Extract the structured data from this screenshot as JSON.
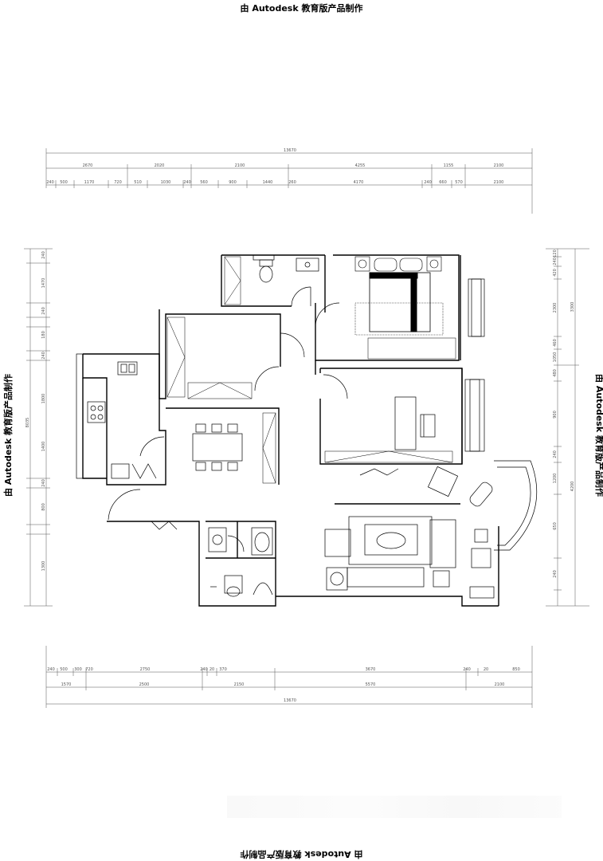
{
  "watermark": {
    "top": "由 Autodesk 教育版产品制作",
    "bottom": "由 Autodesk 教育版产品制作",
    "left": "由 Autodesk 教育版产品制作",
    "right": "由 Autodesk 教育版产品制作"
  },
  "dimensions": {
    "top_total": "13670",
    "top_level1": [
      "2670",
      "2020",
      "2100",
      "4255",
      "1155",
      "2100"
    ],
    "top_level2": [
      "240",
      "500",
      "1170",
      "720",
      "510",
      "1030",
      "240",
      "560",
      "900",
      "1440",
      "260",
      "4170",
      "240",
      "660",
      "570",
      "2100"
    ],
    "bottom_level1": [
      "240",
      "500",
      "300",
      "720",
      "2750",
      "240",
      "20",
      "370",
      "3670",
      "240",
      "20",
      "850"
    ],
    "bottom_level2": [
      "1570",
      "2500",
      "2150",
      "5570",
      "2100"
    ],
    "bottom_total": "13670",
    "right_level1": [
      "120",
      "240",
      "420",
      "2300",
      "460",
      "1050",
      "480",
      "900",
      "240",
      "1200",
      "650",
      "240"
    ],
    "right_level2": [
      "3300",
      "4200"
    ],
    "left_level1": [
      "240",
      "1470",
      "240",
      "180",
      "240",
      "1800",
      "1400",
      "240",
      "800",
      "1300"
    ],
    "left_level2": [
      "8035"
    ]
  },
  "colors": {
    "line": "#000000",
    "dim_line": "#555555",
    "background": "#ffffff"
  }
}
